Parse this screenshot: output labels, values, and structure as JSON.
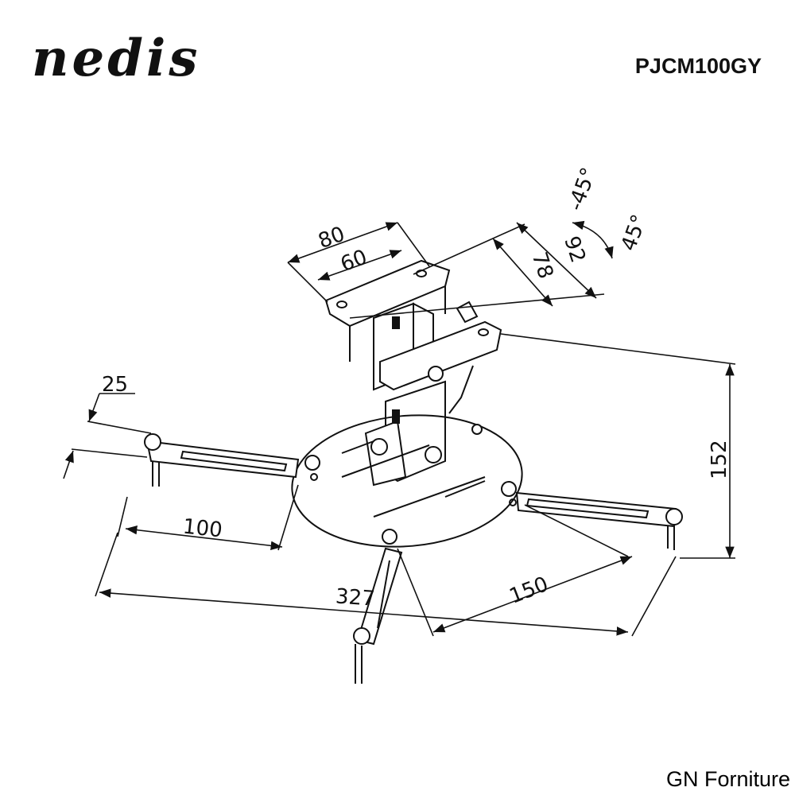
{
  "brand": "nedis",
  "model": "PJCM100GY",
  "footer": "GN Forniture",
  "dimensions": {
    "plate_outer": "80",
    "plate_inner": "60",
    "plate_depth_inner": "78",
    "plate_depth_outer": "92",
    "tilt_up": "-45°",
    "tilt_down": "45°",
    "arm_width": "25",
    "arm_slot": "100",
    "total_span": "327",
    "disc_span": "150",
    "height": "152"
  }
}
